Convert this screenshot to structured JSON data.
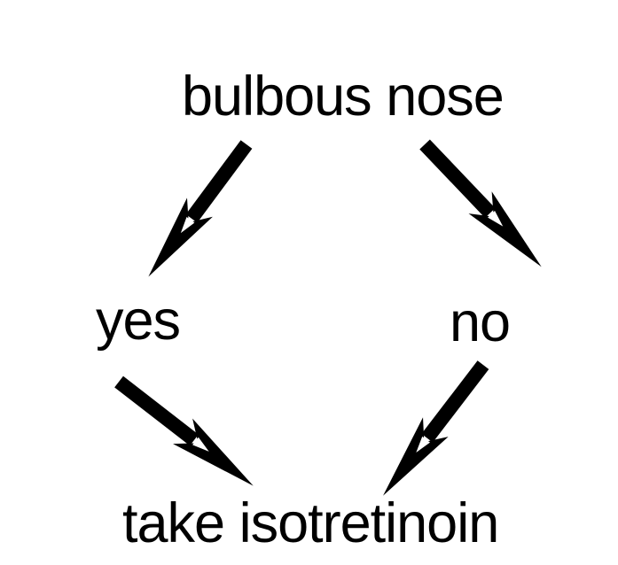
{
  "diagram": {
    "type": "flowchart",
    "colors": {
      "background": "#ffffff",
      "ink": "#000000"
    },
    "nodes": {
      "root": {
        "label": "bulbous nose"
      },
      "yes": {
        "label": "yes"
      },
      "no": {
        "label": "no"
      },
      "outcome": {
        "label": "take isotretinoin"
      }
    },
    "edges": [
      {
        "from": "bulbous nose",
        "to": "yes"
      },
      {
        "from": "bulbous nose",
        "to": "no"
      },
      {
        "from": "yes",
        "to": "take isotretinoin"
      },
      {
        "from": "no",
        "to": "take isotretinoin"
      }
    ]
  }
}
